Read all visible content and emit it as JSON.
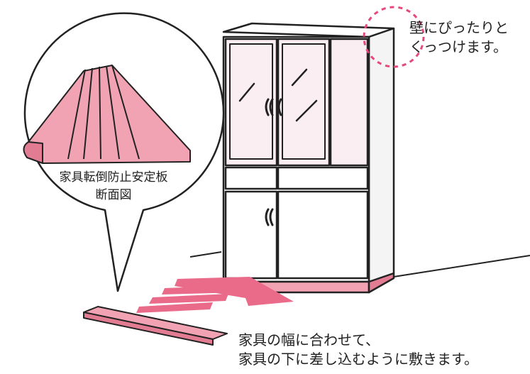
{
  "notes": {
    "wall_line1": "壁にぴったりと",
    "wall_line2": "くっつけます。"
  },
  "bubble": {
    "caption_line1": "家具転倒防止安定板",
    "caption_line2": "断面図"
  },
  "instruction": {
    "line1": "家具の幅に合わせて、",
    "line2": "家具の下に差し込むように敷きます。"
  },
  "colors": {
    "plate_pink": "#f2a3b3",
    "plate_dark": "#e27c93",
    "arrow_pink": "#ea6a8a",
    "cabinet_fill": "#ffffff",
    "glass_tint": "#fbeef2",
    "dashed_circle": "#e8477a",
    "outline": "#222222",
    "shadow": "#d9d9d9"
  }
}
